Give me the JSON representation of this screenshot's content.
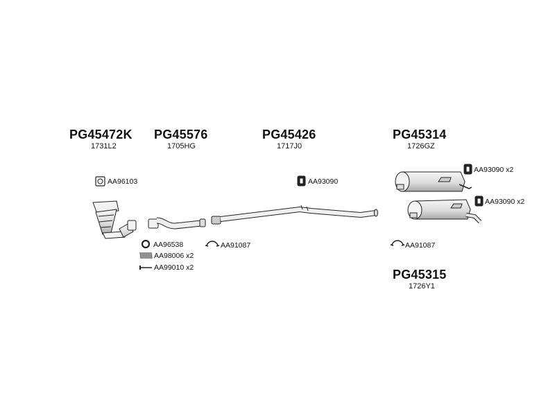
{
  "colors": {
    "ink": "#222222",
    "part_fill": "#eeeeee",
    "part_shade": "#bcbcbc"
  },
  "parts": [
    {
      "part_no": "PG45472K",
      "oem": "1731L2",
      "part": "catalytic-converter"
    },
    {
      "part_no": "PG45576",
      "oem": "1705HG",
      "part": "front-pipe"
    },
    {
      "part_no": "PG45426",
      "oem": "1717J0",
      "part": "middle-pipe"
    },
    {
      "part_no": "PG45314",
      "oem": "1726GZ",
      "part": "rear-muffler-upper"
    },
    {
      "part_no": "PG45315",
      "oem": "1726Y1",
      "part": "rear-muffler-lower"
    }
  ],
  "accessories": [
    {
      "code": "AA96103",
      "icon": "square-gasket-icon"
    },
    {
      "code": "AA96538",
      "icon": "ring-gasket-icon"
    },
    {
      "code": "AA98006 x2",
      "icon": "spring-icon"
    },
    {
      "code": "AA99010 x2",
      "icon": "bolt-icon"
    },
    {
      "code": "AA91087",
      "icon": "clamp-icon"
    },
    {
      "code": "AA93090",
      "icon": "rubber-mount-icon"
    },
    {
      "code": "AA93090 x2",
      "icon": "rubber-mount-icon"
    },
    {
      "code": "AA93090 x2",
      "icon": "rubber-mount-icon"
    },
    {
      "code": "AA91087",
      "icon": "clamp-icon"
    }
  ]
}
